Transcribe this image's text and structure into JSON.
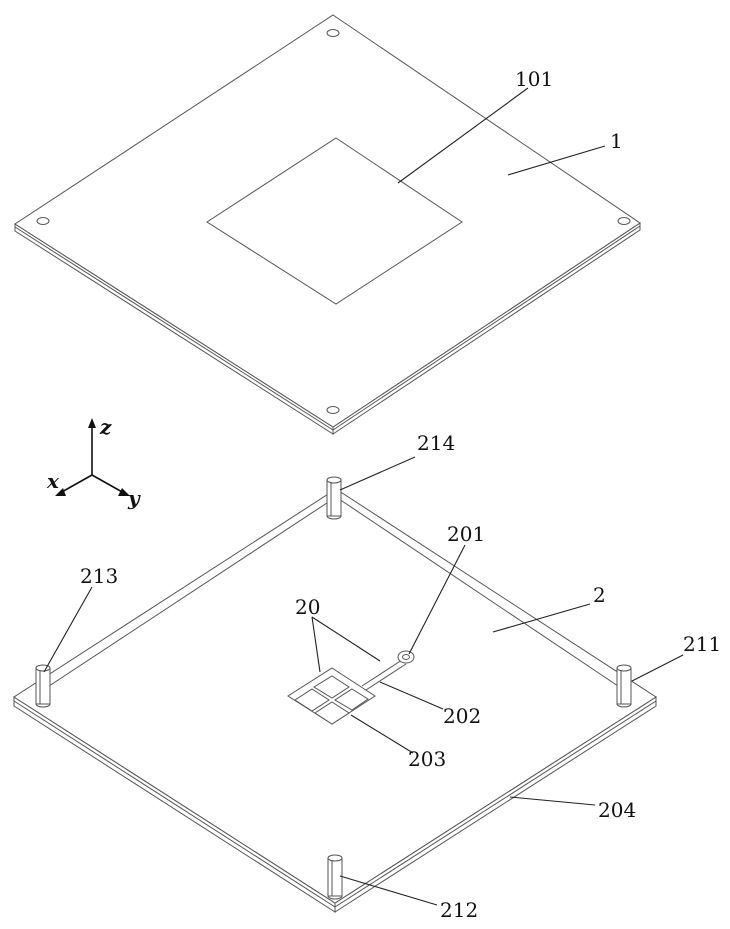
{
  "labels": {
    "l101": "101",
    "l1": "1",
    "l214": "214",
    "l201": "201",
    "l213": "213",
    "l20": "20",
    "l2": "2",
    "l211": "211",
    "l202": "202",
    "l203": "203",
    "l204": "204",
    "l212": "212"
  },
  "axes": {
    "z": "z",
    "x": "x",
    "y": "y"
  }
}
